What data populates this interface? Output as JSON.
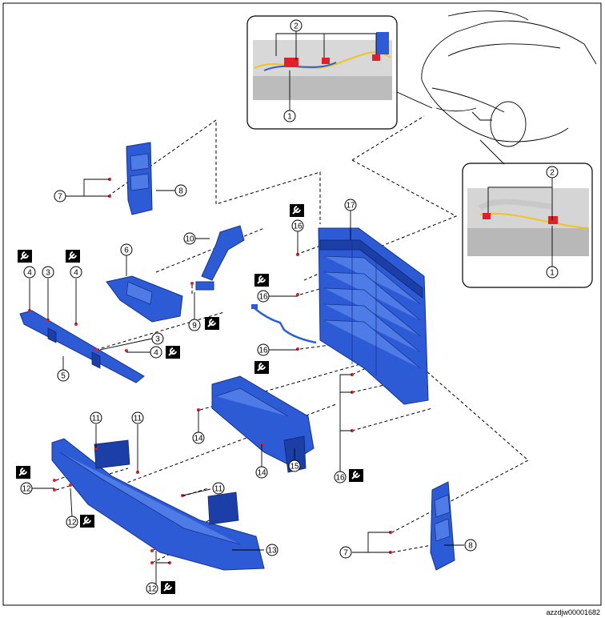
{
  "figure_id": "azzdjw00001682",
  "callouts": {
    "c1": "1",
    "c2": "2",
    "c3": "3",
    "c4": "4",
    "c5": "5",
    "c6": "6",
    "c7": "7",
    "c8": "8",
    "c9": "9",
    "c10": "10",
    "c11": "11",
    "c12": "12",
    "c13": "13",
    "c14": "14",
    "c15": "15",
    "c16": "16",
    "c17": "17"
  },
  "icons": {
    "torque": "wrench-icon",
    "bolt": "bolt-marker",
    "car": "vehicle-outline"
  },
  "colors": {
    "part_blue": "#2d5bd6",
    "bolt_red": "#e0202a",
    "frame": "#000000"
  }
}
